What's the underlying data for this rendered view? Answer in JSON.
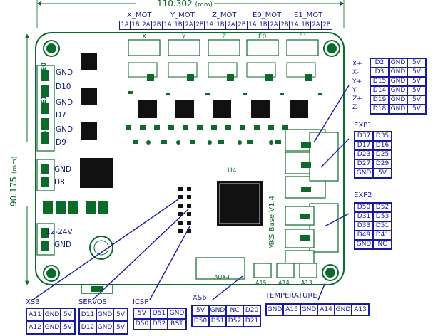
{
  "dimensions": {
    "width_label": "110.302",
    "width_unit": "(mm)",
    "height_label": "90.175",
    "height_unit": "(mm)"
  },
  "motors": [
    {
      "title": "X_MOT",
      "pins": [
        "1A",
        "1B",
        "2A",
        "2B"
      ]
    },
    {
      "title": "Y_MOT",
      "pins": [
        "1A",
        "1B",
        "2A",
        "2B"
      ]
    },
    {
      "title": "Z_MOT",
      "pins": [
        "1A",
        "1B",
        "2A",
        "2B"
      ]
    },
    {
      "title": "E0_MOT",
      "pins": [
        "1A",
        "1B",
        "2A",
        "2B"
      ]
    },
    {
      "title": "E1_MOT",
      "pins": [
        "1A",
        "1B",
        "2A",
        "2B"
      ]
    }
  ],
  "power_outputs": [
    {
      "label": "E0",
      "pins": [
        "GND",
        "D10"
      ]
    },
    {
      "label": "E1",
      "pins": [
        "GND",
        "D7"
      ]
    },
    {
      "label": "FAN",
      "pins": [
        "GND",
        "D9"
      ]
    },
    {
      "label": "",
      "pins": [
        "GND",
        "D8"
      ]
    },
    {
      "label": "",
      "pins": [
        "12-24V",
        "GND"
      ]
    }
  ],
  "endstops": {
    "labels": [
      "X+",
      "X-",
      "Y+",
      "Y-",
      "Z+",
      "Z-"
    ],
    "rows": [
      [
        "D2",
        "GND",
        "5V"
      ],
      [
        "D3",
        "GND",
        "5V"
      ],
      [
        "D15",
        "GND",
        "5V"
      ],
      [
        "D14",
        "GND",
        "5V"
      ],
      [
        "D19",
        "GND",
        "5V"
      ],
      [
        "D18",
        "GND",
        "5V"
      ]
    ]
  },
  "exp1": {
    "title": "EXP1",
    "rows": [
      [
        "D37",
        "D35"
      ],
      [
        "D17",
        "D16"
      ],
      [
        "D23",
        "D25"
      ],
      [
        "D27",
        "D29"
      ],
      [
        "GND",
        "5V"
      ]
    ]
  },
  "exp2": {
    "title": "EXP2",
    "rows": [
      [
        "D50",
        "D52"
      ],
      [
        "D31",
        "D53"
      ],
      [
        "D33",
        "D51"
      ],
      [
        "D49",
        "D41"
      ],
      [
        "GND",
        "NC"
      ]
    ]
  },
  "xs3": {
    "title": "XS3",
    "rows": [
      [
        "A11",
        "GND",
        "5V"
      ],
      [
        "A12",
        "GND",
        "5V"
      ]
    ]
  },
  "servos": {
    "title": "SERVOS",
    "rows": [
      [
        "D11",
        "GND",
        "5V"
      ],
      [
        "D12",
        "GND",
        "5V"
      ]
    ]
  },
  "icsp": {
    "title": "ICSP",
    "rows": [
      [
        "5V",
        "D51",
        "GND"
      ],
      [
        "D50",
        "D52",
        "RST"
      ]
    ]
  },
  "xs6": {
    "title": "XS6",
    "rows": [
      [
        "5V",
        "GND",
        "NC",
        "D20"
      ],
      [
        "D50",
        "D51",
        "D52",
        "D21"
      ]
    ]
  },
  "temperature": {
    "title": "TEMPERATURE",
    "cells": [
      "GND",
      "A15",
      "GND",
      "A14",
      "GND",
      "A13"
    ]
  },
  "board_text": {
    "chip": "U4",
    "board_name": "MKS Base V1.4",
    "aux": "AUX-I",
    "thermistors": [
      "A15",
      "A14",
      "A13"
    ],
    "motor_axes": [
      "X",
      "Y",
      "Z",
      "E0",
      "E1"
    ]
  },
  "colors": {
    "annotation": "#1a1aa0",
    "board_ink": "#0b6b2a",
    "board_bg": "#ffffff",
    "component": "#111111"
  }
}
